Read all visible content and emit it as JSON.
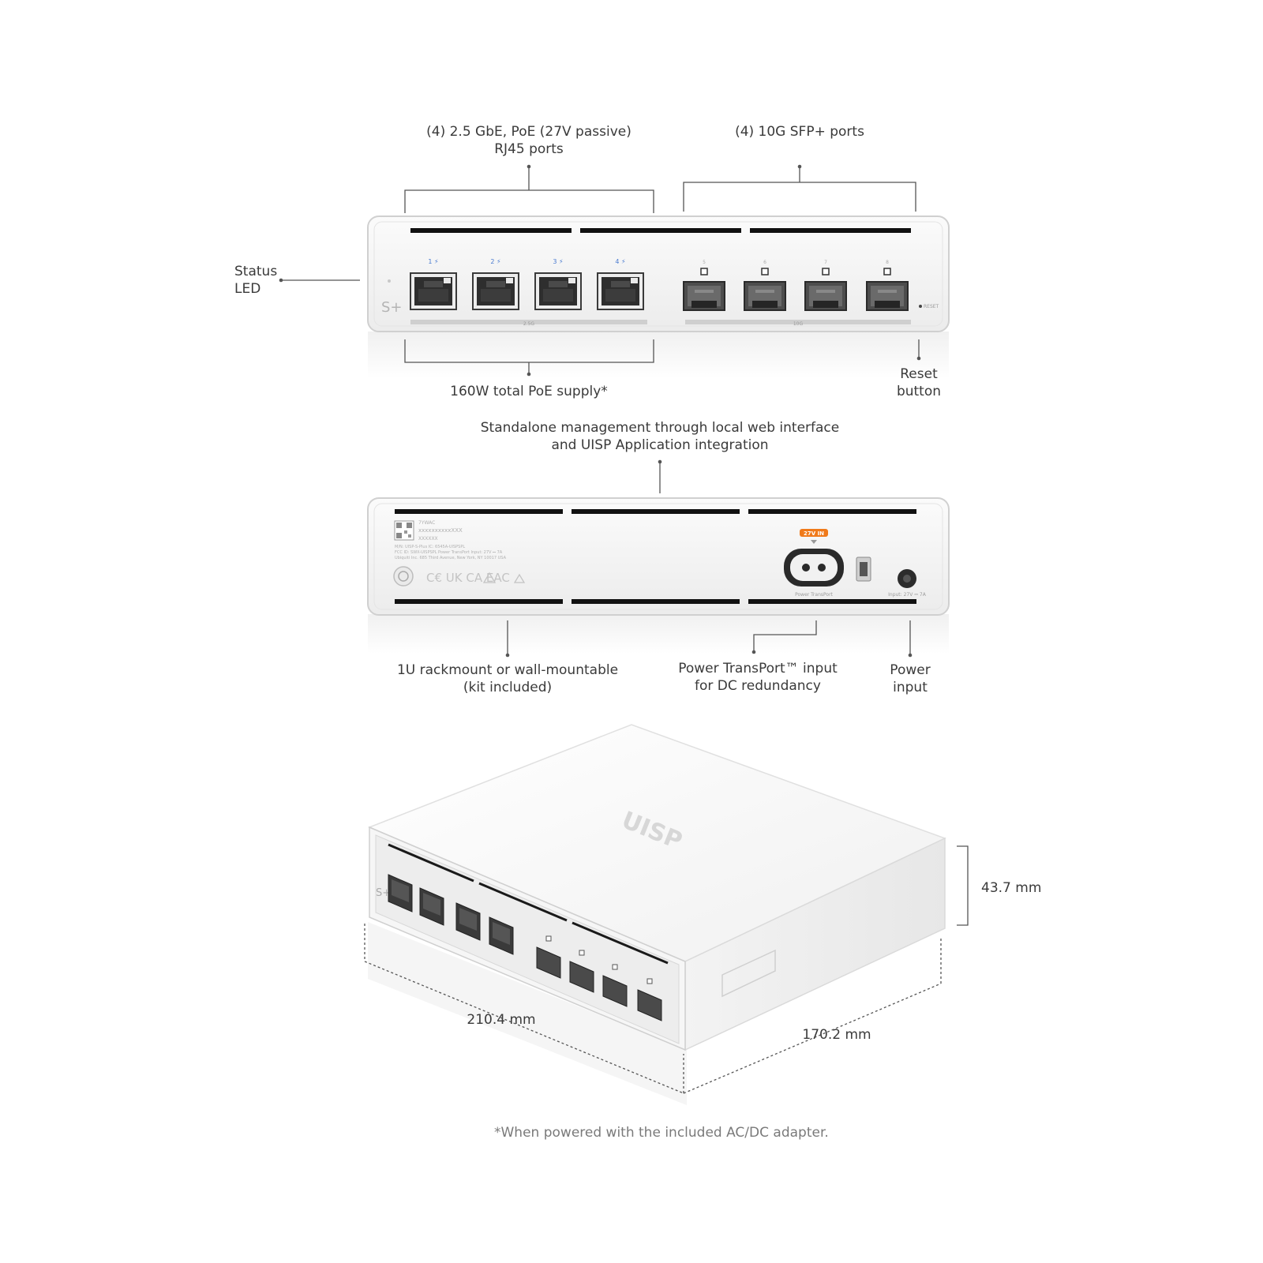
{
  "front_view": {
    "callouts": {
      "rj45": [
        "(4) 2.5 GbE, PoE (27V passive)",
        "RJ45 ports"
      ],
      "sfp": "(4) 10G SFP+ ports",
      "status_led": [
        "Status",
        "LED"
      ],
      "poe_supply": "160W total PoE supply*",
      "reset": [
        "Reset",
        "button"
      ]
    },
    "rj45_port_numbers": [
      "1",
      "2",
      "3",
      "4"
    ],
    "sfp_port_numbers": [
      "5",
      "6",
      "7",
      "8"
    ],
    "brand_mark": "S+",
    "reset_label": "RESET",
    "speed_label_rj45": "2.5G",
    "speed_label_sfp": "10G"
  },
  "rear_view": {
    "callouts": {
      "management": [
        "Standalone management through local web interface",
        "and UISP Application integration"
      ],
      "rackmount": [
        "1U rackmount or wall-mountable",
        "(kit included)"
      ],
      "transport": [
        "Power TransPort™ input",
        "for DC redundancy"
      ],
      "power": [
        "Power",
        "input"
      ]
    },
    "badge": "27V IN",
    "transport_label": "Power TransPort",
    "power_label": "Input: 27V ⎓ 7A",
    "label_lines": [
      "7YWAC",
      "xxxxxxxxxxXXX",
      "XXXXXX",
      "M/N: UISP-S-Plus  IC: 6545A-UISPSPL",
      "FCC ID: SWX-UISPSPL  Power TransPort Input: 27V ⎓ 7A",
      "Ubiquiti Inc. 685 Third Avenue, New York, NY 10017 USA"
    ],
    "certifications": "C€ UK CA EAC"
  },
  "iso_view": {
    "logo": "UISP",
    "brand_mark": "S+",
    "dimensions": {
      "height": "43.7 mm",
      "width": "210.4 mm",
      "depth": "170.2 mm"
    }
  },
  "footnote": "*When powered with the included AC/DC adapter.",
  "colors": {
    "port_number": "#4a7bd0",
    "badge": "#f07a1a",
    "body": "#f4f4f4",
    "outline": "#d4d4d4"
  }
}
